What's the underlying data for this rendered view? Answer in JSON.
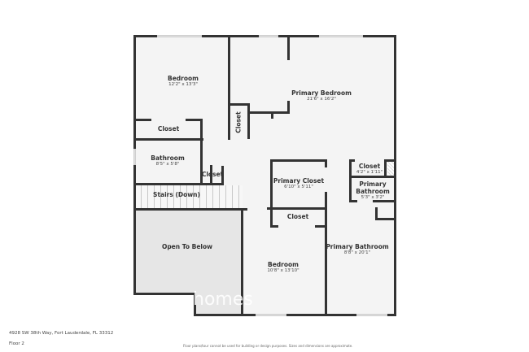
{
  "floorplan": {
    "rooms": [
      {
        "id": "bedroom-1",
        "name": "Bedroom",
        "dims": "12'2\" x 13'3\""
      },
      {
        "id": "primary-bedroom",
        "name": "Primary Bedroom",
        "dims": "21'6\" x 16'2\""
      },
      {
        "id": "closet-1",
        "name": "Closet",
        "dims": ""
      },
      {
        "id": "closet-2",
        "name": "Closet",
        "dims": ""
      },
      {
        "id": "bathroom",
        "name": "Bathroom",
        "dims": "8'5\" x 5'8\""
      },
      {
        "id": "closet-3",
        "name": "Closet",
        "dims": ""
      },
      {
        "id": "stairs",
        "name": "Stairs (Down)",
        "dims": ""
      },
      {
        "id": "primary-closet",
        "name": "Primary Closet",
        "dims": "6'10\" x 5'11\""
      },
      {
        "id": "closet-4",
        "name": "Closet",
        "dims": "4'2\" x 1'11\""
      },
      {
        "id": "primary-bathroom-small",
        "name": "Primary Bathroom",
        "dims": "5'3\" x 3'2\""
      },
      {
        "id": "closet-5",
        "name": "Closet",
        "dims": ""
      },
      {
        "id": "open-to-below",
        "name": "Open To Below",
        "dims": ""
      },
      {
        "id": "bedroom-2",
        "name": "Bedroom",
        "dims": "10'8\" x 13'10\""
      },
      {
        "id": "primary-bathroom",
        "name": "Primary Bathroom",
        "dims": "8'8\" x 20'1\""
      }
    ],
    "small_bath_line1": "Primary",
    "small_bath_line2": "Bathroom",
    "watermark": "homes"
  },
  "footer": {
    "address": "4928 SW 38th Way, Fort Lauderdale, FL 33312",
    "floor": "Floor 2",
    "disclaimer": "Floor plans/tour cannot be used for building or design purposes. Sizes and dimensions are approximate."
  },
  "colors": {
    "wall": "#333333",
    "floor": "#f4f4f4",
    "open_area": "#e6e6e6",
    "background": "#ffffff"
  }
}
